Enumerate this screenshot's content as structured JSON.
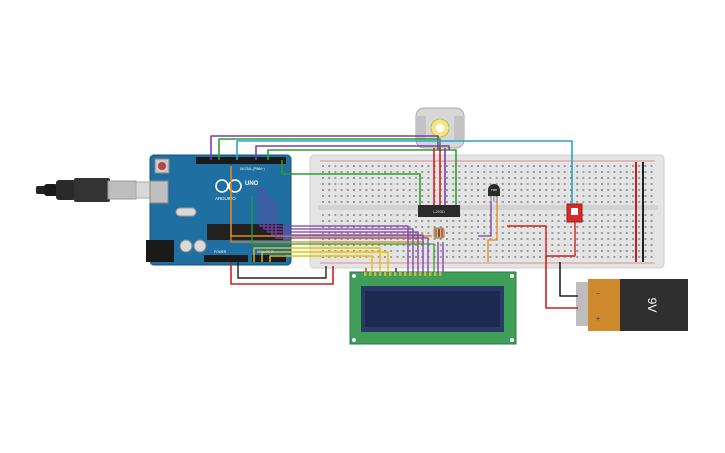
{
  "canvas": {
    "background": "#ffffff"
  },
  "arduino": {
    "brand": "ARDUINO",
    "model": "UNO",
    "digital_label": "DIGITAL (PWM~)",
    "power_label": "POWER",
    "analog_label": "ANALOG IN",
    "board_color": "#1f6fa3",
    "icon": "arduino-logo-icon"
  },
  "usb": {
    "icon": "usb-cable-icon"
  },
  "breadboard": {
    "color": "#e4e4e4",
    "icon": "breadboard-icon"
  },
  "motor": {
    "icon": "dc-motor-icon"
  },
  "ic": {
    "label": "L293D",
    "color": "#2b2b2b"
  },
  "sensor": {
    "label": "TMP",
    "icon": "temperature-sensor-icon"
  },
  "switch": {
    "color": "#d62a2a",
    "icon": "slide-switch-icon"
  },
  "battery": {
    "label": "9V",
    "plus": "+",
    "minus": "−",
    "color": "#d08a2e"
  },
  "lcd": {
    "board_color": "#3f9e58",
    "screen_color": "#1c2a52",
    "icon": "lcd-16x2-icon"
  },
  "wire_colors": {
    "purple": "#7a3fa8",
    "green": "#2e9e2e",
    "red": "#d21f1f",
    "orange": "#e08a1e",
    "yellow": "#e6c400",
    "blue": "#2aa3c8",
    "black": "#222222",
    "gray": "#777777"
  }
}
